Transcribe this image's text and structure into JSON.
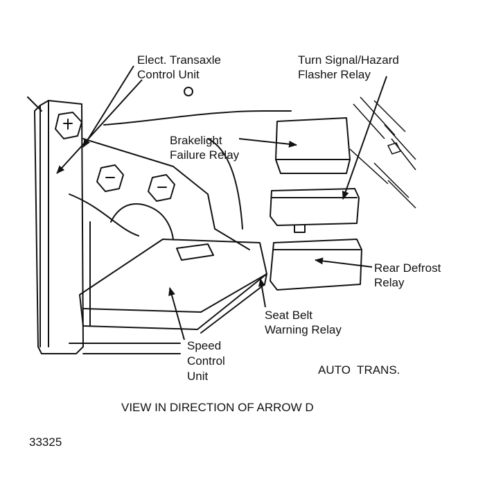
{
  "labels": {
    "elect_transaxle": "Elect. Transaxle\nControl Unit",
    "turn_signal": "Turn Signal/Hazard\nFlasher Relay",
    "brakelight": "Brakelight\nFailure Relay",
    "rear_defrost": "Rear Defrost\nRelay",
    "seat_belt": "Seat Belt\nWarning Relay",
    "speed_control": "Speed\nControl\nUnit"
  },
  "captions": {
    "auto_trans": "AUTO  TRANS.",
    "view": "VIEW IN DIRECTION OF ARROW D",
    "figure_number": "33325"
  }
}
